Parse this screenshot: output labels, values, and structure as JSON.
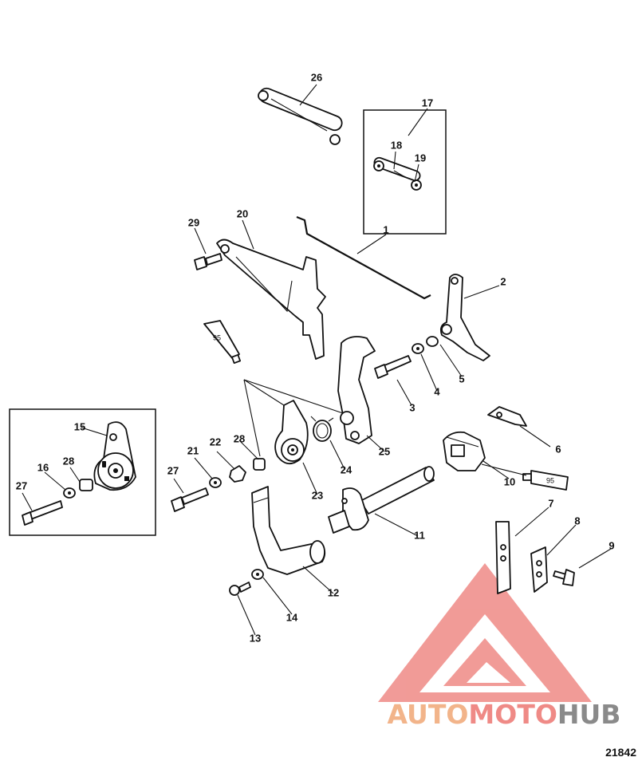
{
  "figure_number": "21842",
  "callouts": [
    "1",
    "2",
    "3",
    "4",
    "5",
    "6",
    "7",
    "8",
    "9",
    "10",
    "11",
    "12",
    "13",
    "14",
    "15",
    "16",
    "17",
    "18",
    "19",
    "20",
    "21",
    "22",
    "23",
    "24",
    "25",
    "26",
    "27",
    "27",
    "28",
    "28",
    "29"
  ],
  "tube_label": "95",
  "watermark": {
    "part1": "AUTO",
    "part2": "MOTO",
    "part3": "HUB",
    "color_orange": "#f2b48a",
    "color_red": "#ef8a86",
    "color_gray": "#8a8a8a"
  }
}
